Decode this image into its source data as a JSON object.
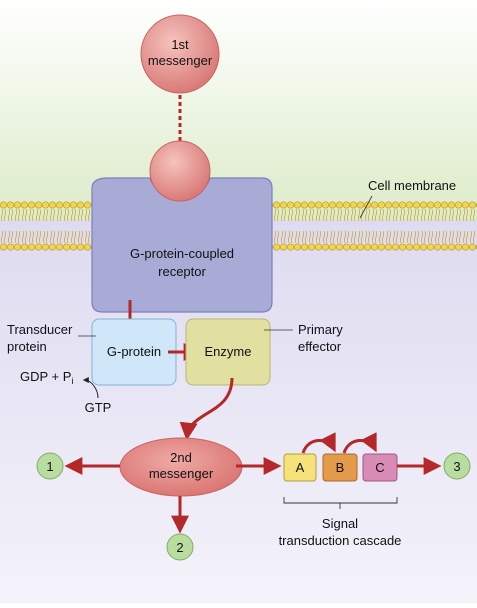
{
  "messenger1": {
    "line1": "1st",
    "line2": "messenger"
  },
  "membrane": {
    "label": "Cell membrane"
  },
  "receptor": {
    "line1": "G-protein-coupled",
    "line2": "receptor"
  },
  "transducer": {
    "line1": "Transducer",
    "line2": "protein"
  },
  "gprotein": {
    "label": "G-protein"
  },
  "enzyme": {
    "label": "Enzyme"
  },
  "effector": {
    "line1": "Primary",
    "line2": "effector"
  },
  "gdp": {
    "label": "GDP + P",
    "sub": "i"
  },
  "gtp": {
    "label": "GTP"
  },
  "messenger2": {
    "line1": "2nd",
    "line2": "messenger"
  },
  "cascade": {
    "boxes": [
      "A",
      "B",
      "C"
    ],
    "line1": "Signal",
    "line2": "transduction cascade"
  },
  "outcomes": [
    "1",
    "2",
    "3"
  ],
  "colors": {
    "extracellular": "#e7f2d8",
    "intracellular": "#e5e3f1",
    "receptor_fill": "#a9abd7",
    "messenger_fill": "#e38a87",
    "gprotein_fill": "#cfe7f8",
    "enzyme_fill": "#e2e0a1",
    "box_a": "#f5e27a",
    "box_b": "#e39b4a",
    "box_c": "#d88bb4",
    "outcome_fill": "#b9dca0",
    "arrow": "#b5282a"
  }
}
